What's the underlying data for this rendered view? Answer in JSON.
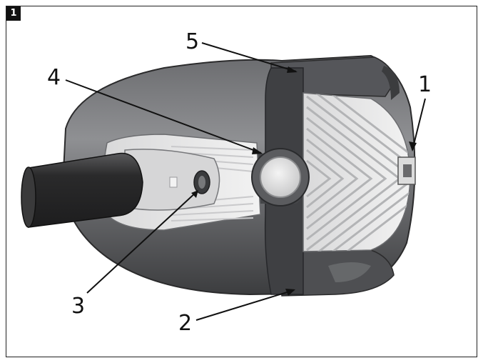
{
  "figure": {
    "number": "1",
    "callouts": [
      "1",
      "2",
      "3",
      "4",
      "5"
    ]
  },
  "colors": {
    "body_dark": "#4a4b4d",
    "body_mid": "#7c7d80",
    "body_light": "#b9babc",
    "grille": "#e9e9e9",
    "hose": "#2f2f31"
  }
}
